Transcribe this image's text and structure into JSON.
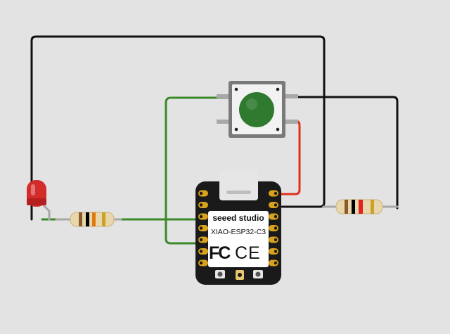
{
  "board": {
    "brand": "seeed studio",
    "model": "XIAO-ESP32-C3",
    "fc_mark": "FC",
    "ce_mark": "CE",
    "colors": {
      "pcb": "#1a1a1a",
      "pads": "#d9a21c",
      "label_bg": "#ffffff",
      "usb": "#e6e6e6"
    }
  },
  "components": {
    "led": {
      "name": "LED",
      "color": "#d42b2b"
    },
    "push_button": {
      "name": "push button",
      "cap_color": "#2f7a2f"
    },
    "resistor_led": {
      "name": "resistor",
      "bands": [
        "#8b5a2b",
        "#000000",
        "#e07a10",
        "#c9a227"
      ]
    },
    "resistor_button": {
      "name": "resistor",
      "bands": [
        "#8b5a2b",
        "#000000",
        "#e0231c",
        "#c9a227"
      ]
    }
  },
  "wire_colors": {
    "black": "#111111",
    "green": "#3a8a2a",
    "red": "#e0301e",
    "lead": "#a8a8a8"
  },
  "icons": {
    "fc": "fcc-logo-icon",
    "ce": "ce-mark-icon"
  }
}
